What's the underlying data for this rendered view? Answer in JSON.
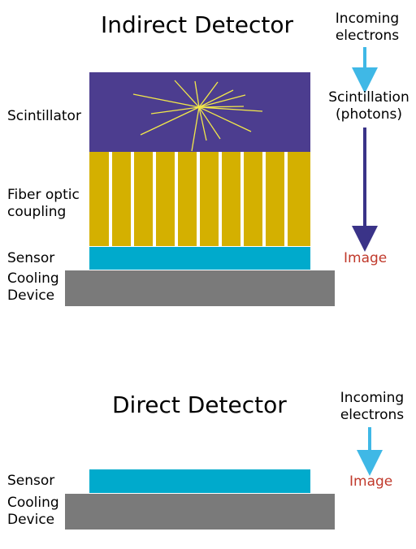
{
  "indirect": {
    "title": "Indirect Detector",
    "incoming": "Incoming electrons",
    "scintillation": "Scintillation (photons)",
    "image": "Image",
    "layers": {
      "scintillator": "Scintillator",
      "fiber": "Fiber optic coupling",
      "sensor": "Sensor",
      "cooling": "Cooling Device"
    }
  },
  "direct": {
    "title": "Direct Detector",
    "incoming": "Incoming electrons",
    "image": "Image",
    "layers": {
      "sensor": "Sensor",
      "cooling": "Cooling Device"
    }
  },
  "colors": {
    "scintillator": "#4c3d8f",
    "fiber": "#d4b000",
    "sensor": "#00aacc",
    "cooling": "#7a7a7a",
    "arrow_light": "#3fb8e6",
    "arrow_dark": "#3a3388",
    "image_text": "#c0392b",
    "spark": "#f2e84a"
  }
}
